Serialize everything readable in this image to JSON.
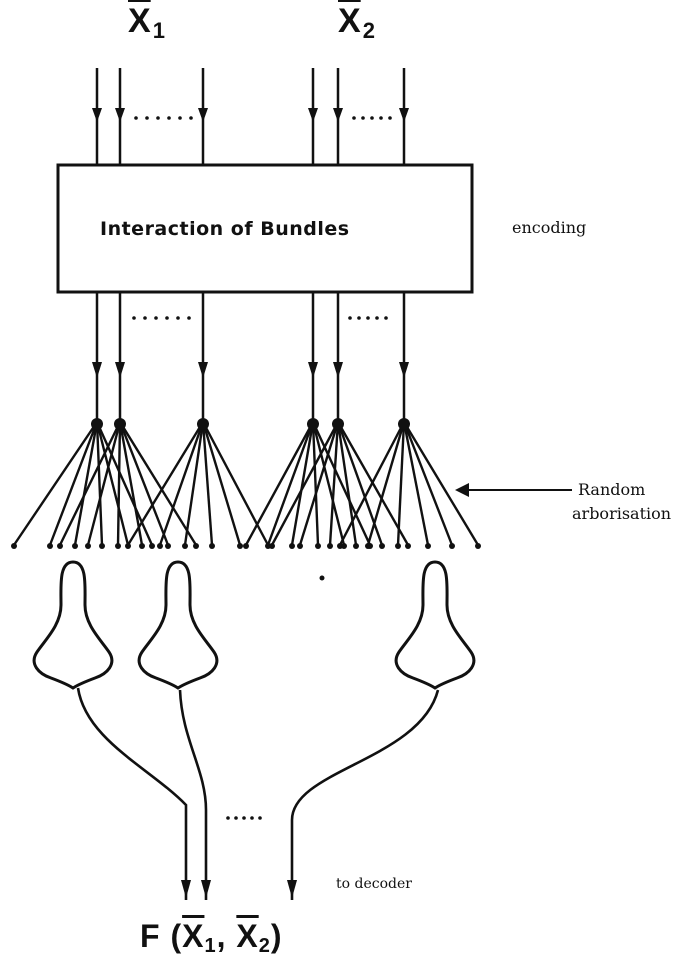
{
  "inputs": [
    {
      "symbol": "X",
      "index": "1"
    },
    {
      "symbol": "X",
      "index": "2"
    }
  ],
  "box_label": "Interaction of Bundles",
  "encoding_label": "encoding",
  "arborisation_label_line1": "Random",
  "arborisation_label_line2": "arborisation",
  "decoder_label": "to decoder",
  "ellipsis": "....",
  "output": {
    "func": "F",
    "open": "(",
    "comma": ",",
    "close": ")",
    "args": [
      {
        "symbol": "X",
        "index": "1"
      },
      {
        "symbol": "X",
        "index": "2"
      }
    ]
  }
}
